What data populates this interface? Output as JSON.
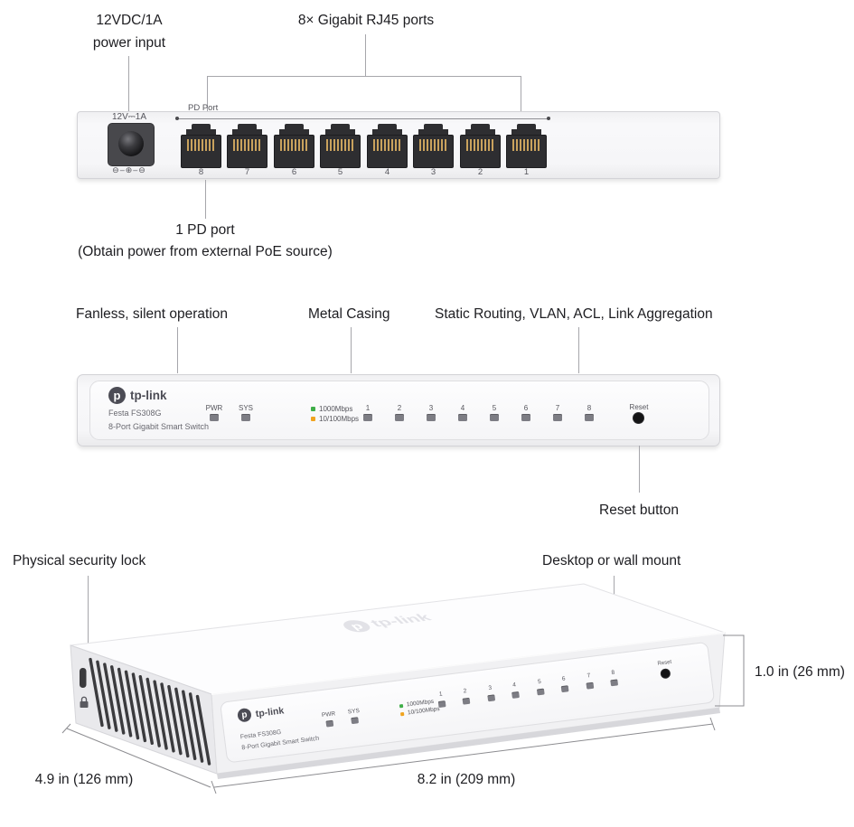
{
  "rear_view": {
    "power_callout_line1": "12VDC/1A",
    "power_callout_line2": "power input",
    "ports_callout": "8× Gigabit RJ45 ports",
    "pd_port_label": "PD Port",
    "power_jack_label": "12V⎓1A",
    "polarity_icon": "⊖–⊕–⊖",
    "port_numbers": [
      "8",
      "7",
      "6",
      "5",
      "4",
      "3",
      "2",
      "1"
    ],
    "pd_callout_line1": "1 PD port",
    "pd_callout_line2": "(Obtain power from external PoE source)"
  },
  "front_view": {
    "fanless_callout": "Fanless, silent operation",
    "metal_callout": "Metal Casing",
    "features_callout": "Static Routing, VLAN, ACL, Link Aggregation",
    "reset_callout": "Reset button",
    "panel": {
      "brand": "tp-link",
      "brand_emblem": "p",
      "model": "Festa FS308G",
      "product_name": "8-Port Gigabit Smart Switch",
      "pwr_label": "PWR",
      "sys_label": "SYS",
      "legend_gigabit": "1000Mbps",
      "legend_fast": "10/100Mbps",
      "port_numbers": [
        "1",
        "2",
        "3",
        "4",
        "5",
        "6",
        "7",
        "8"
      ],
      "reset_label": "Reset"
    }
  },
  "iso_view": {
    "lock_callout": "Physical security lock",
    "mount_callout": "Desktop or wall mount",
    "top_brand": "tp-link",
    "top_brand_emblem": "p",
    "height_dim": "1.0 in (26 mm)",
    "depth_dim": "4.9 in (126 mm)",
    "width_dim": "8.2 in (209 mm)"
  },
  "colors": {
    "accent_green": "#3fae49",
    "accent_amber": "#f0a31f",
    "brand_gray": "#4c4c55",
    "chassis": "#f6f6f8",
    "port_dark": "#2e2e31",
    "pin_gold": "#c9a25d"
  }
}
